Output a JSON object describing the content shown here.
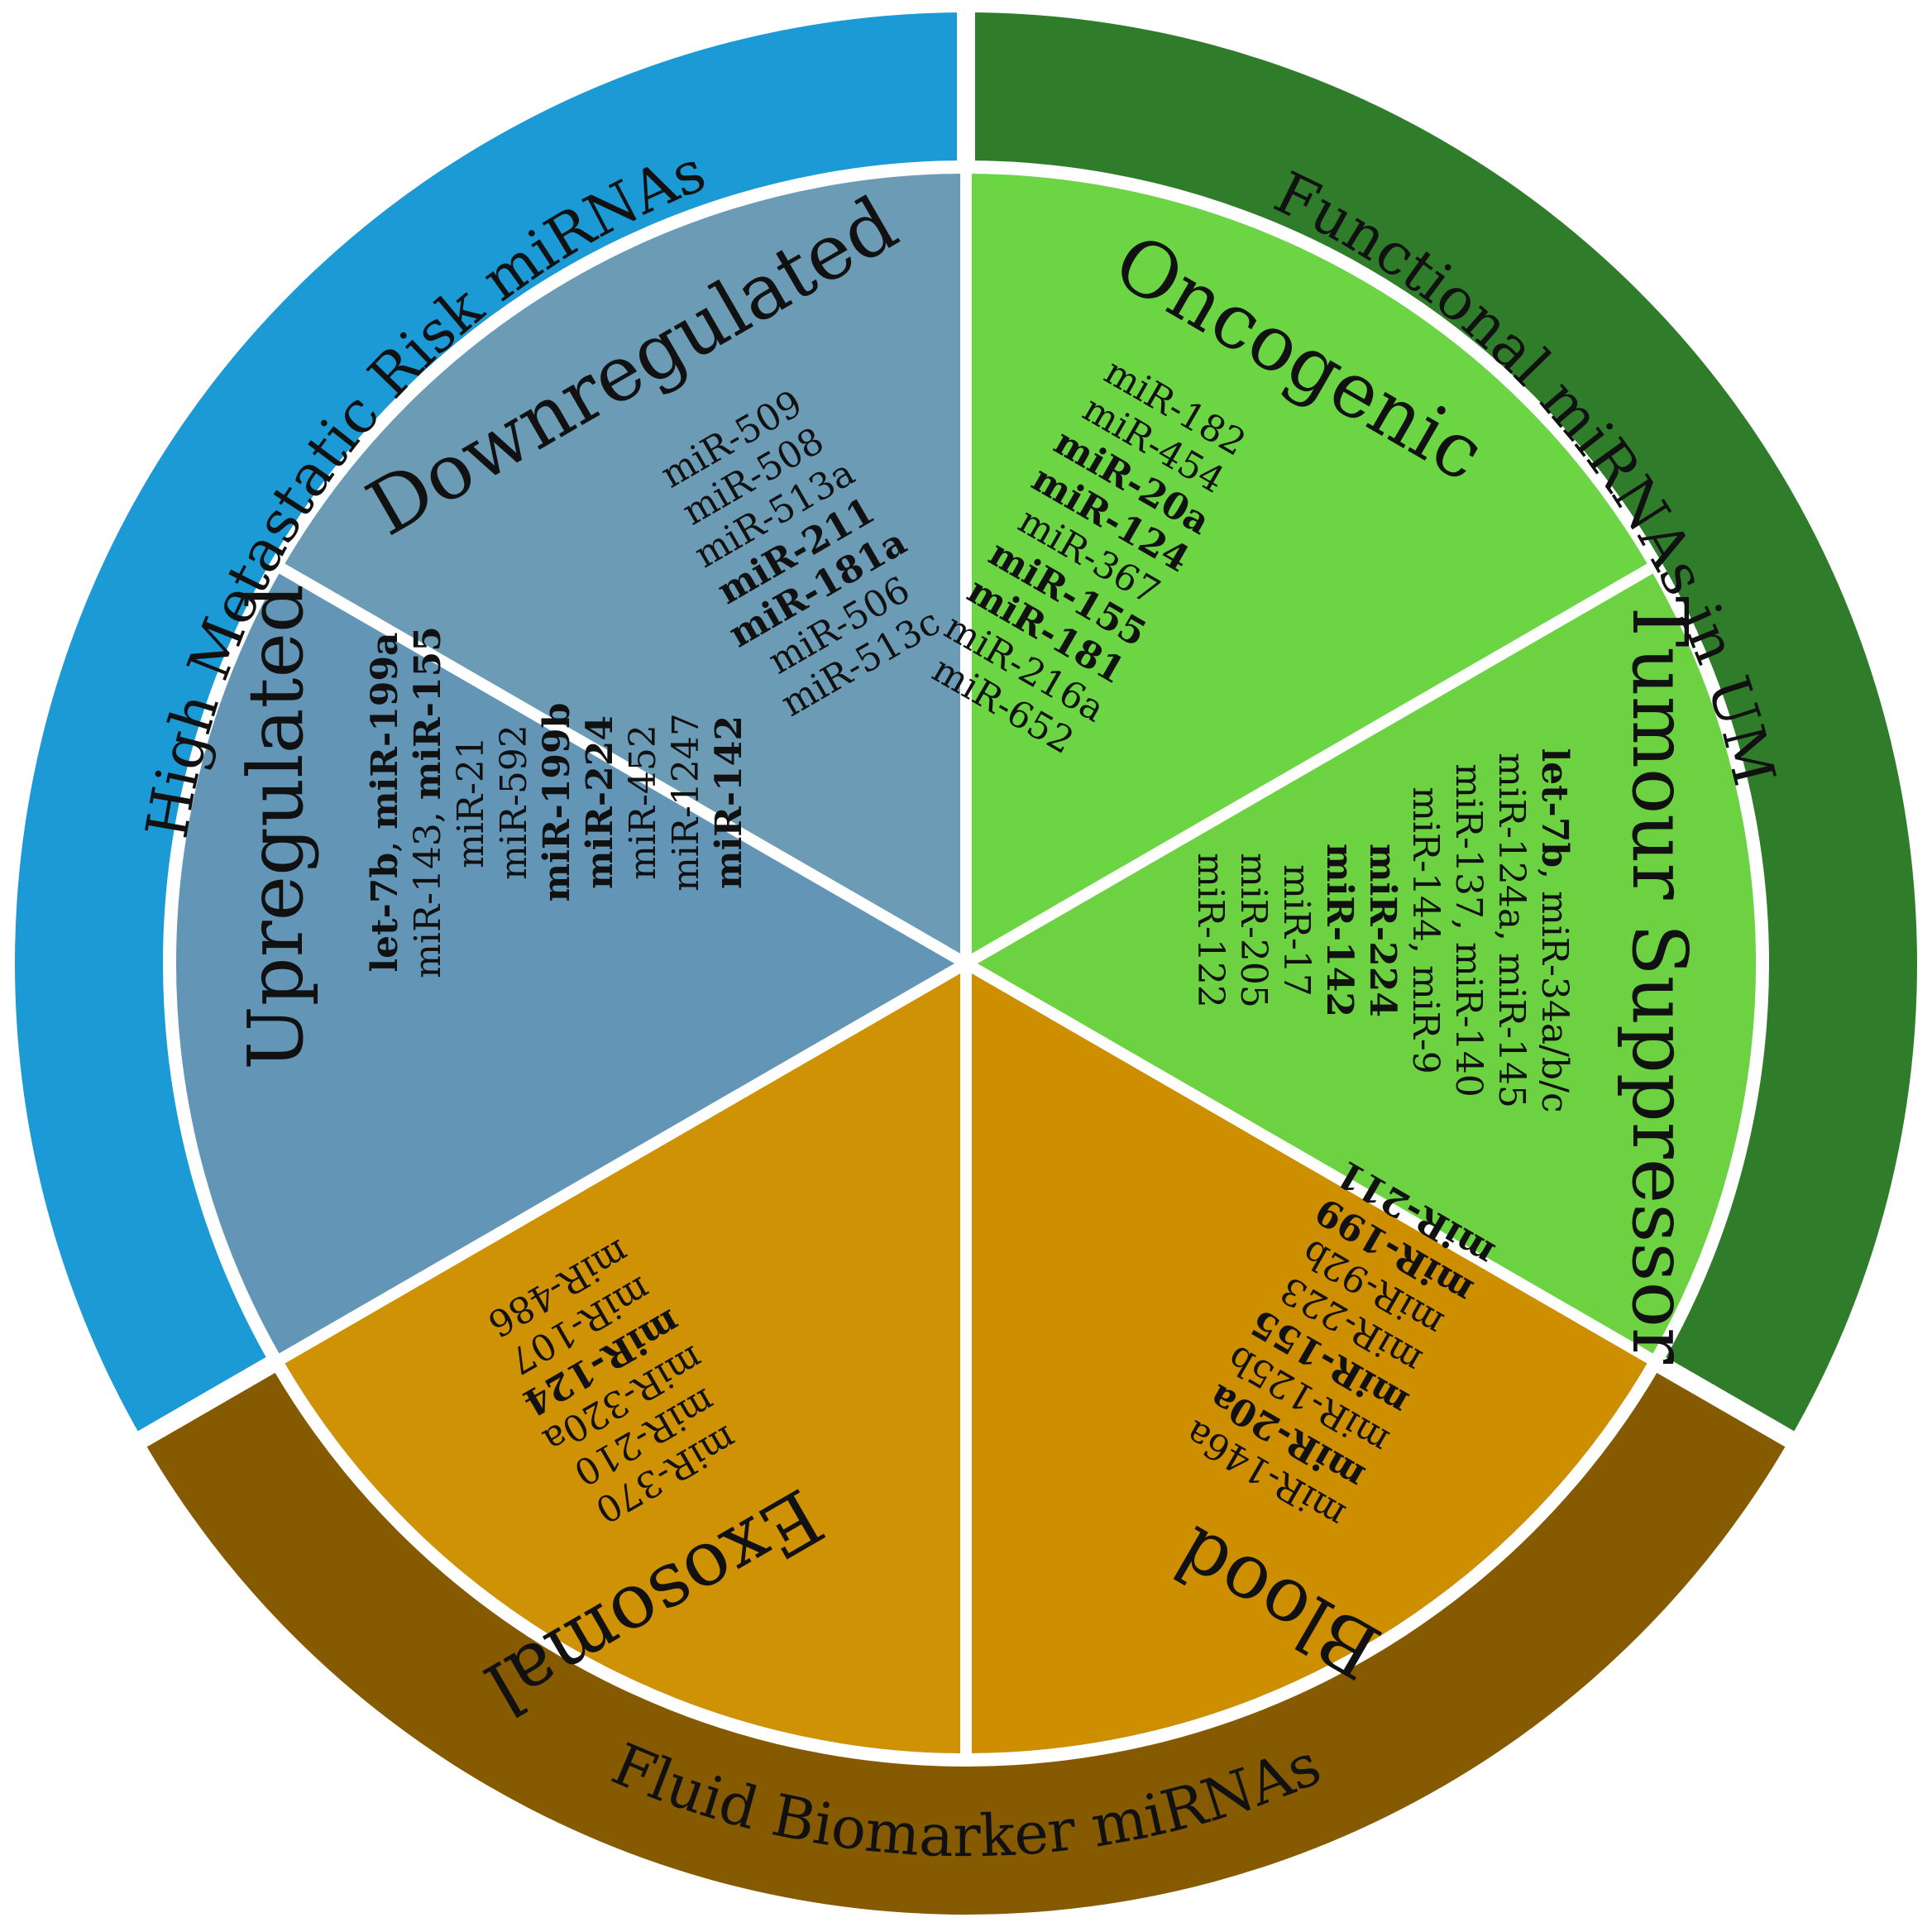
{
  "colors": {
    "high_metastatic_ring": "#1b9ad6",
    "functional_ring": "#2f7d2a",
    "fluid_ring": "#855a00",
    "downregulated": "#6b9bb5",
    "upregulated": "#6396b6",
    "oncogenic": "#6cd544",
    "tumour_suppressor": "#6dd241",
    "exosomal": "#cf9204",
    "blood": "#cd8f00",
    "divider": "#ffffff",
    "text": "#111111"
  },
  "outer_labels": {
    "high_metastatic": "High Metastatic Risk miRNAs",
    "functional": "Functional miRNAs in UM",
    "fluid": "Fluid Biomarker miRNAs"
  },
  "sectors": {
    "downregulated": {
      "title": "Downregulated",
      "items": [
        {
          "text": "miR-509",
          "bold": false
        },
        {
          "text": "miR-508",
          "bold": false
        },
        {
          "text": "miR-513a",
          "bold": false
        },
        {
          "text": "miR-211",
          "bold": true
        },
        {
          "text": "miR-181a",
          "bold": true
        },
        {
          "text": "miR-506",
          "bold": false
        },
        {
          "text": "miR-513c",
          "bold": false
        }
      ]
    },
    "upregulated": {
      "title": "Upregulated",
      "lines": [
        [
          {
            "text": "let-7b",
            "bold": true
          },
          {
            "text": ", ",
            "bold": false
          },
          {
            "text": "miR-199a",
            "bold": true
          }
        ],
        [
          {
            "text": "miR-143, ",
            "bold": false
          },
          {
            "text": "miR-155",
            "bold": true
          }
        ],
        [
          {
            "text": "miR-21",
            "bold": false
          }
        ],
        [
          {
            "text": "miR-592",
            "bold": false
          }
        ],
        [
          {
            "text": "miR-199b",
            "bold": true
          }
        ],
        [
          {
            "text": "miR-224",
            "bold": true
          }
        ],
        [
          {
            "text": "miR-452",
            "bold": false
          }
        ],
        [
          {
            "text": "miR-1247",
            "bold": false
          }
        ],
        [
          {
            "text": "miR-142",
            "bold": true
          }
        ]
      ]
    },
    "oncogenic": {
      "title": "Oncogenic",
      "items": [
        {
          "text": "miR-182",
          "bold": false
        },
        {
          "text": "miR-454",
          "bold": false
        },
        {
          "text": "miR-20a",
          "bold": true
        },
        {
          "text": "miR-124",
          "bold": true
        },
        {
          "text": "miR-367",
          "bold": false
        },
        {
          "text": "miR-155",
          "bold": true
        },
        {
          "text": "miR-181",
          "bold": true
        },
        {
          "text": "miR-216a",
          "bold": false
        },
        {
          "text": "miR-652",
          "bold": false
        }
      ]
    },
    "tumour_suppressor": {
      "title": "Tumour Suppressor",
      "lines": [
        [
          {
            "text": "let-7b",
            "bold": true
          },
          {
            "text": ", miR-34a/b/c",
            "bold": false
          }
        ],
        [
          {
            "text": "miR-124a, miR-145",
            "bold": false
          }
        ],
        [
          {
            "text": "miR-137, miR-140",
            "bold": false
          }
        ],
        [
          {
            "text": "miR-144, miR-9",
            "bold": false
          }
        ],
        [
          {
            "text": "miR-224",
            "bold": true
          }
        ],
        [
          {
            "text": "miR-142",
            "bold": true
          }
        ],
        [
          {
            "text": "miR-17",
            "bold": false
          }
        ],
        [
          {
            "text": "miR-205",
            "bold": false
          }
        ],
        [
          {
            "text": "miR-122",
            "bold": false
          }
        ]
      ]
    },
    "exosomal": {
      "title": "Exosomal",
      "items": [
        {
          "text": "miR-486",
          "bold": false
        },
        {
          "text": "miR-107",
          "bold": false
        },
        {
          "text": "miR-124",
          "bold": true
        },
        {
          "text": "miR-320a",
          "bold": false
        },
        {
          "text": "miR-210",
          "bold": false
        },
        {
          "text": "miR-370",
          "bold": false
        }
      ]
    },
    "blood": {
      "title": "Blood",
      "items": [
        {
          "text": "miR-211",
          "bold": true
        },
        {
          "text": "miR-199",
          "bold": true
        },
        {
          "text": "miR-92b",
          "bold": false
        },
        {
          "text": "miR-223",
          "bold": false
        },
        {
          "text": "miR-155",
          "bold": true
        },
        {
          "text": "miR-125b",
          "bold": false
        },
        {
          "text": "miR-20a",
          "bold": true
        },
        {
          "text": "miR-146a",
          "bold": false
        }
      ]
    }
  }
}
